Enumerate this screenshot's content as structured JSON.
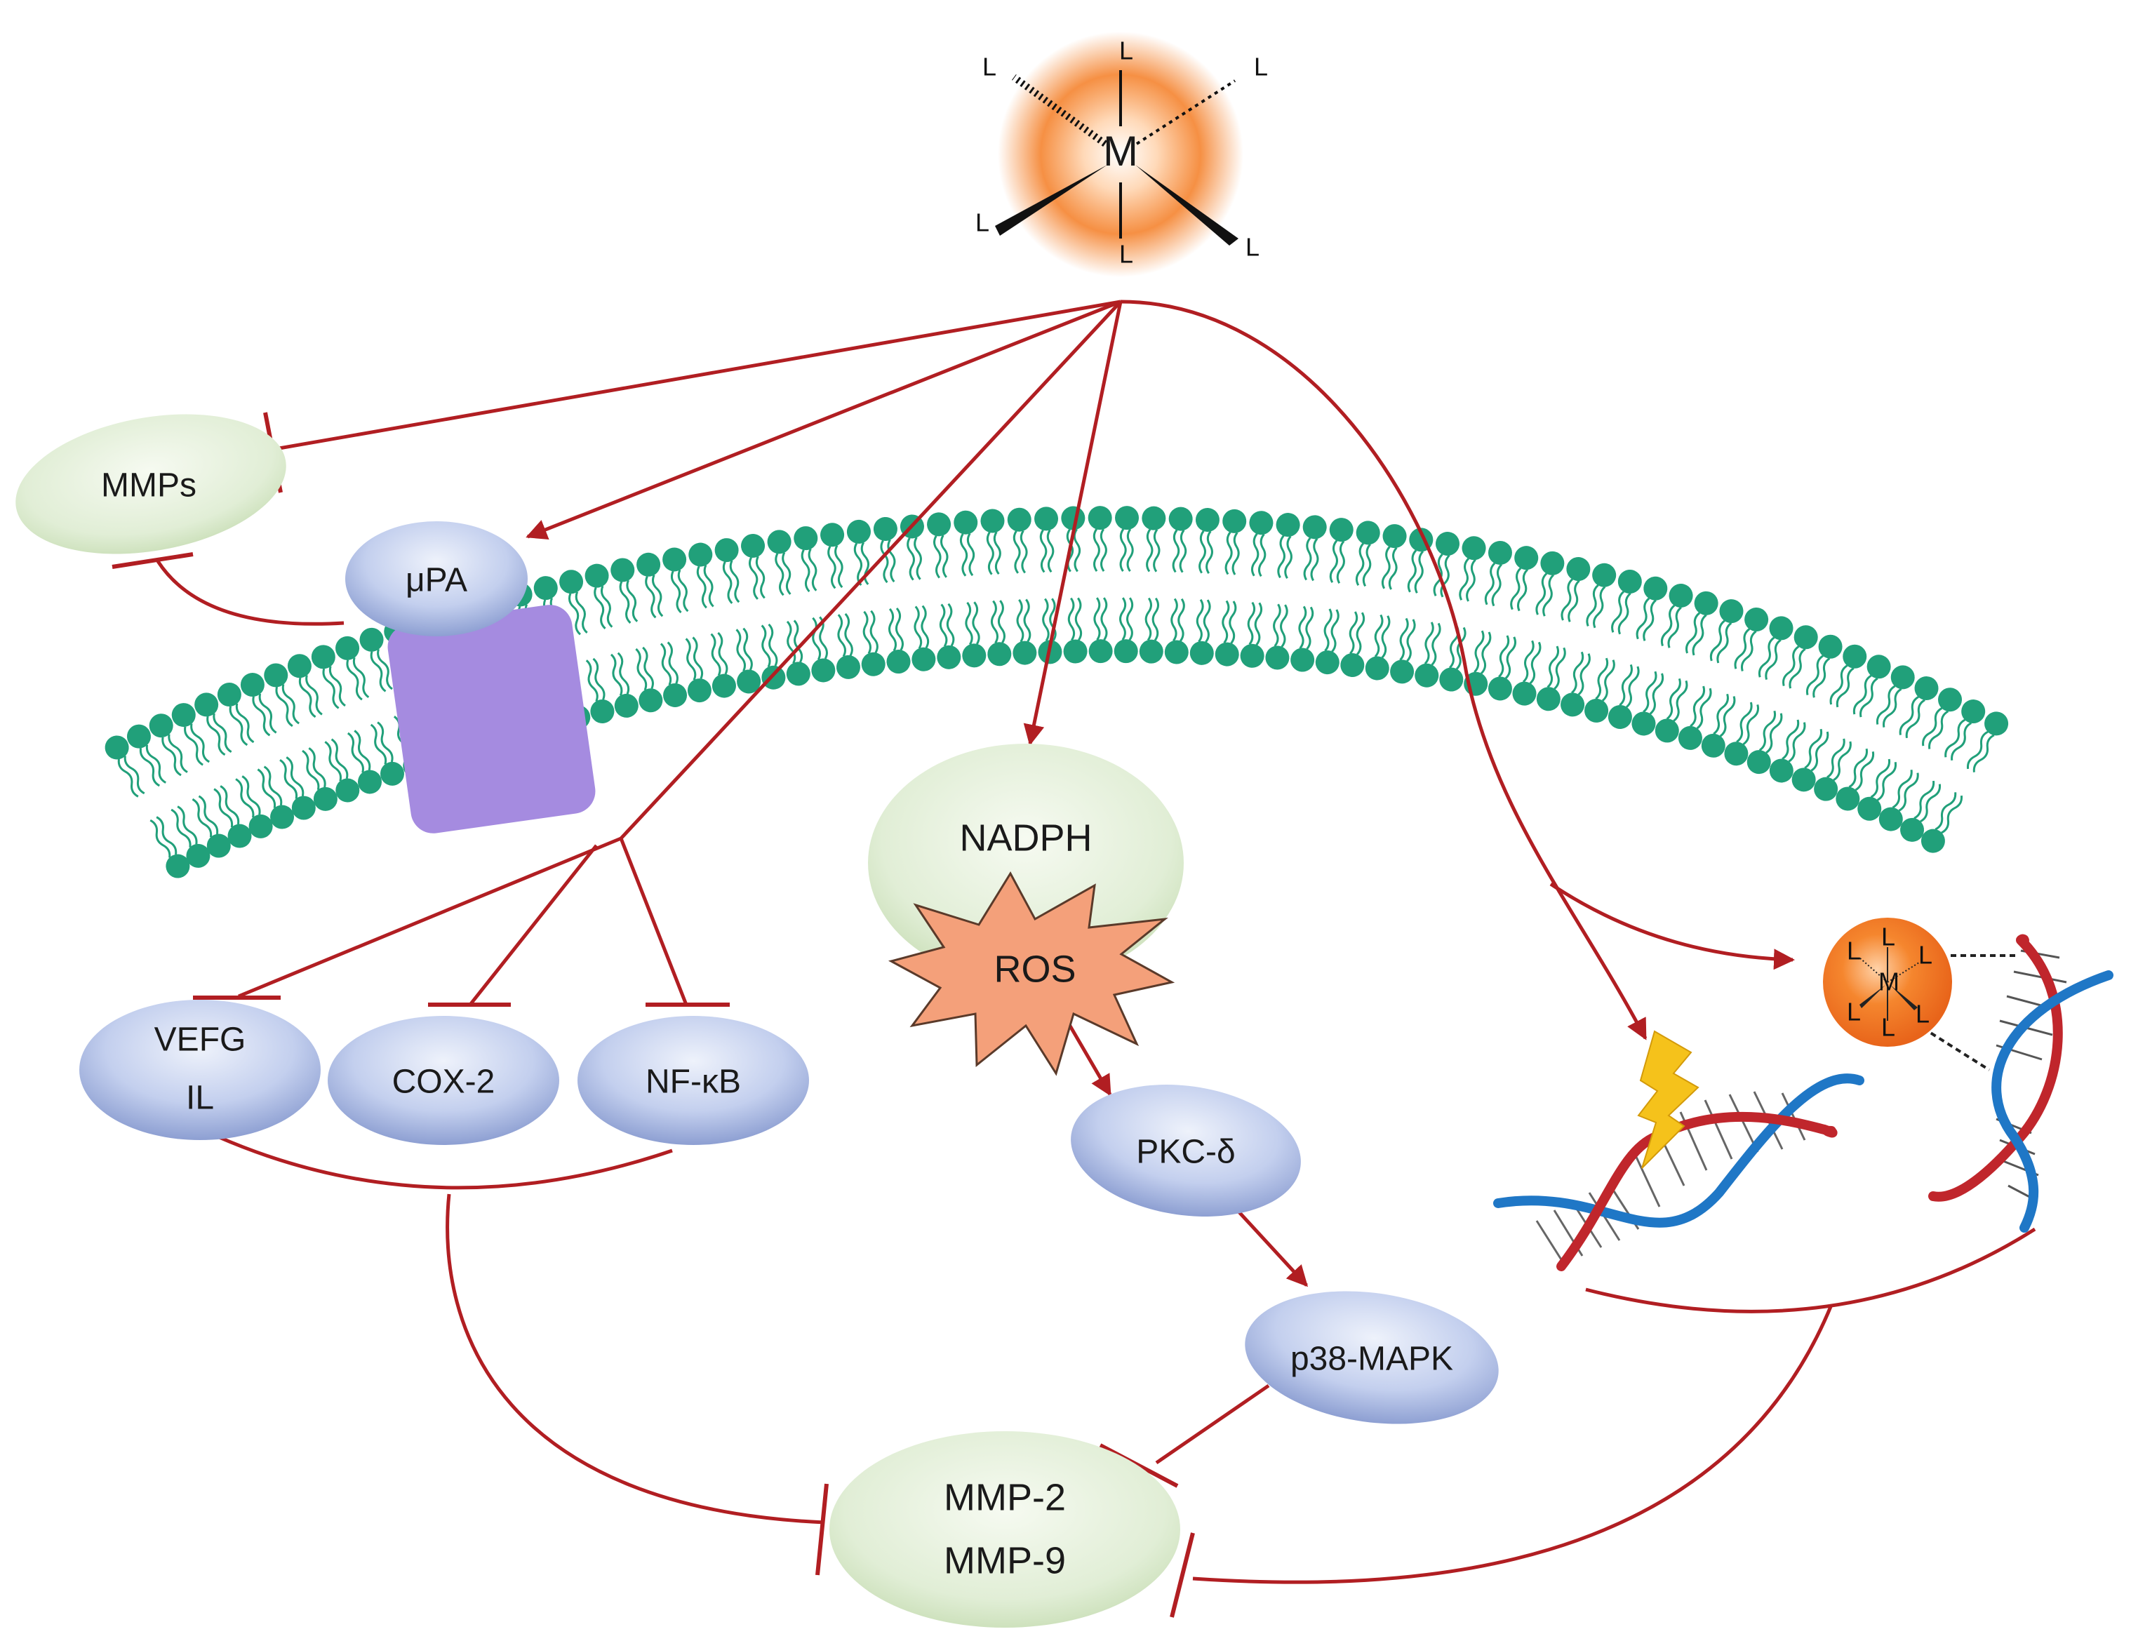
{
  "complex": {
    "metal": "M",
    "ligand": "L"
  },
  "nodes": {
    "mmps": "MMPs",
    "upa": "μPA",
    "vegf_line1": "VEFG",
    "vegf_line2": "IL",
    "cox2": "COX-2",
    "nfkb": "NF-κB",
    "nadph": "NADPH",
    "ros": "ROS",
    "pkc": "PKC-δ",
    "p38": "p38-MAPK",
    "mmp_line1": "MMP-2",
    "mmp_line2": "MMP-9"
  },
  "colors": {
    "edge": "#b11e22",
    "blue_node": "#b8c6e8",
    "green_node": "#dcebd0",
    "membrane": "#21a07a",
    "receptor": "#a58be0",
    "glow": "#f37a1f",
    "dna_blue": "#1f77c6",
    "dna_red": "#c0262c",
    "lightning": "#f5c21b"
  }
}
